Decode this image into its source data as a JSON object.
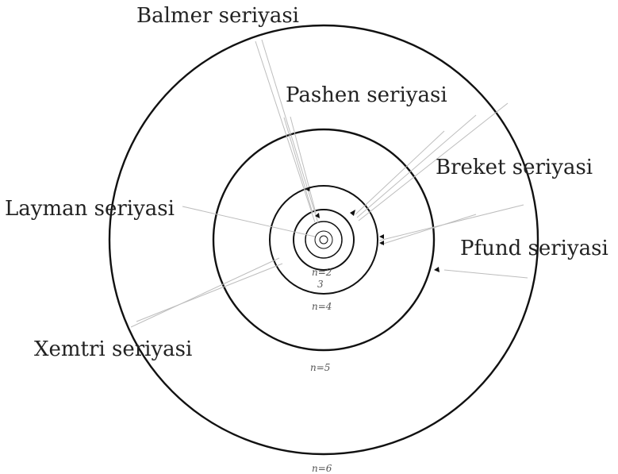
{
  "series_labels": {
    "balmer": "Balmer seriyasi",
    "pashen": "Pashen seriyasi",
    "breket": "Breket seriyasi",
    "layman": "Layman seriyasi",
    "pfund": "Pfund seriyasi",
    "xemtri": "Xemtri seriyasi"
  },
  "orbit_labels": {
    "n2": "n=2",
    "n3": "3",
    "n4": "n=4",
    "n5": "n=5",
    "n6": "n=6"
  },
  "colors": {
    "orbit": "#111111",
    "transition": "#bdbdbd",
    "label": "#222222"
  }
}
